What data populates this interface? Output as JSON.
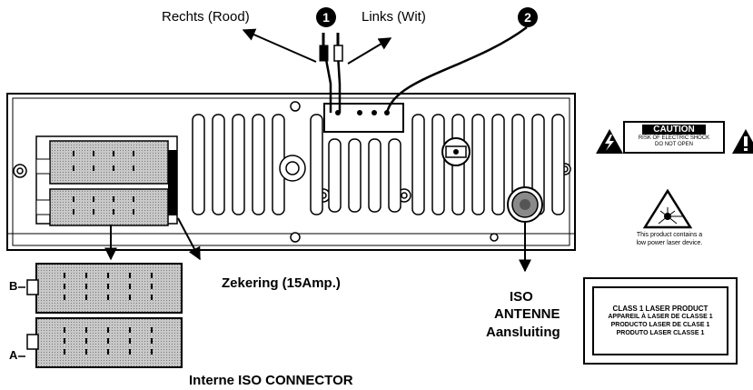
{
  "labels": {
    "rechts": "Rechts (Rood)",
    "links": "Links (Wit)",
    "zekering": "Zekering (15Amp.)",
    "iso_line1": "ISO",
    "iso_line2": "ANTENNE",
    "iso_line3": "Aansluiting",
    "interne": "Interne ISO CONNECTOR",
    "connector_b": "B",
    "connector_a": "A"
  },
  "badges": [
    "1",
    "2"
  ],
  "caution": {
    "title": "CAUTION",
    "line1": "RISK OF ELECTRIC SHOCK",
    "line2": "DO NOT OPEN"
  },
  "laser_warning": {
    "line1": "This product contains a",
    "line2": "low power laser device."
  },
  "laser_plate": {
    "line1": "CLASS 1 LASER PRODUCT",
    "line2": "APPAREIL À LASER DE CLASSE 1",
    "line3": "PRODUCTO LASER DE CLASE 1",
    "line4": "PRODUTO LASER CLASSE 1"
  },
  "icons": [
    "lightning-warning-icon",
    "exclamation-warning-icon",
    "laser-warning-icon",
    "fuse-icon"
  ],
  "colors": {
    "ink": "#000000",
    "panel": "#ffffff",
    "connector_fill": "#b9b9b9",
    "antenna_fill": "#8a8a8a"
  }
}
